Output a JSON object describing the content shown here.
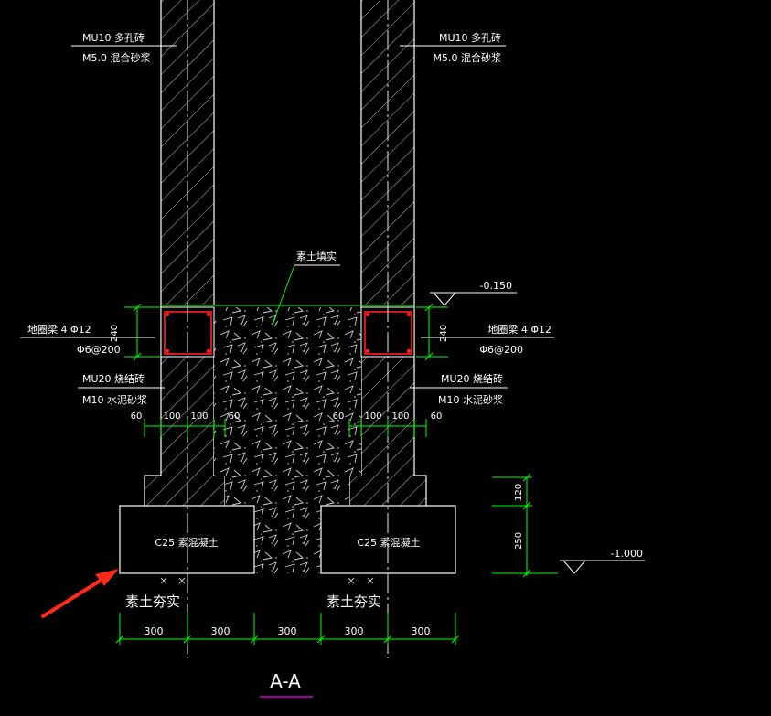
{
  "colors": {
    "background": "#000000",
    "outline": "#ffffff",
    "dimension": "#00ff00",
    "rebar": "#ff2020",
    "title_underline": "#ff00ff",
    "arrow": "#ff2a1a"
  },
  "labels": {
    "upper_brick_left_1": "MU10 多孔砖",
    "upper_brick_left_2": "M5.0 混合砂浆",
    "upper_brick_right_1": "MU10 多孔砖",
    "upper_brick_right_2": "M5.0 混合砂浆",
    "fill": "素土填实",
    "beam_left_1": "地圈梁    4 Φ12",
    "beam_left_2": "Φ6@200",
    "beam_right_1": "地圈梁    4 Φ12",
    "beam_right_2": "Φ6@200",
    "lower_brick_left_1": "MU20 烧结砖",
    "lower_brick_left_2": "M10 水泥砂浆",
    "lower_brick_right_1": "MU20 烧结砖",
    "lower_brick_right_2": "M10 水泥砂浆",
    "footing_left": "C25 素混凝土",
    "footing_right": "C25 素混凝土",
    "soil_left": "素土夯实",
    "soil_right": "素土夯实",
    "section_title": "A-A"
  },
  "elevations": {
    "top": "-0.150",
    "bottom": "-1.000"
  },
  "dimensions": {
    "beam_height_left": "240",
    "beam_height_right": "240",
    "step_left": [
      "60",
      "100",
      "100",
      "60"
    ],
    "step_right": [
      "60",
      "100",
      "100",
      "60"
    ],
    "vertical": [
      "120",
      "250"
    ],
    "bottom": [
      "300",
      "300",
      "300",
      "300",
      "300"
    ]
  }
}
